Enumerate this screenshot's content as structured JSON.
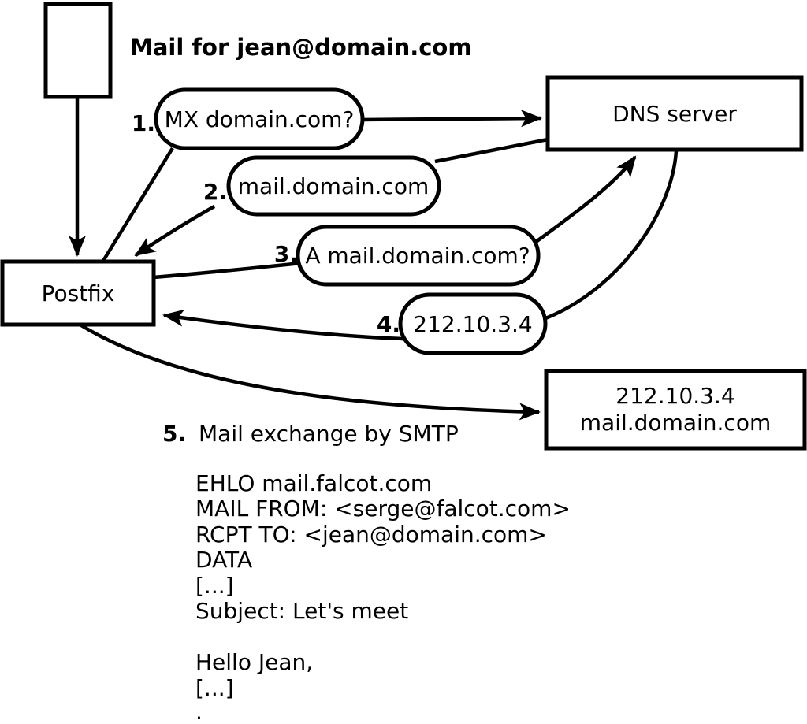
{
  "title": "Mail for jean@domain.com",
  "nodes": {
    "message": {
      "name": "mail message"
    },
    "postfix": {
      "label": "Postfix"
    },
    "dns": {
      "label": "DNS server"
    },
    "mail_server": {
      "line1": "212.10.3.4",
      "line2": "mail.domain.com"
    }
  },
  "steps": [
    {
      "num": "1.",
      "label": "MX domain.com?"
    },
    {
      "num": "2.",
      "label": "mail.domain.com"
    },
    {
      "num": "3.",
      "label": "A mail.domain.com?"
    },
    {
      "num": "4.",
      "label": "212.10.3.4"
    },
    {
      "num": "5.",
      "label": "Mail exchange by SMTP"
    }
  ],
  "smtp_session": {
    "lines": [
      "EHLO mail.falcot.com",
      "MAIL FROM: <serge@falcot.com>",
      "RCPT TO: <jean@domain.com>",
      "DATA",
      "[...]",
      "Subject: Let's meet",
      "",
      "Hello Jean,",
      "[...]",
      "."
    ]
  },
  "colors": {
    "ink": "#000000",
    "background": "#ffffff"
  }
}
